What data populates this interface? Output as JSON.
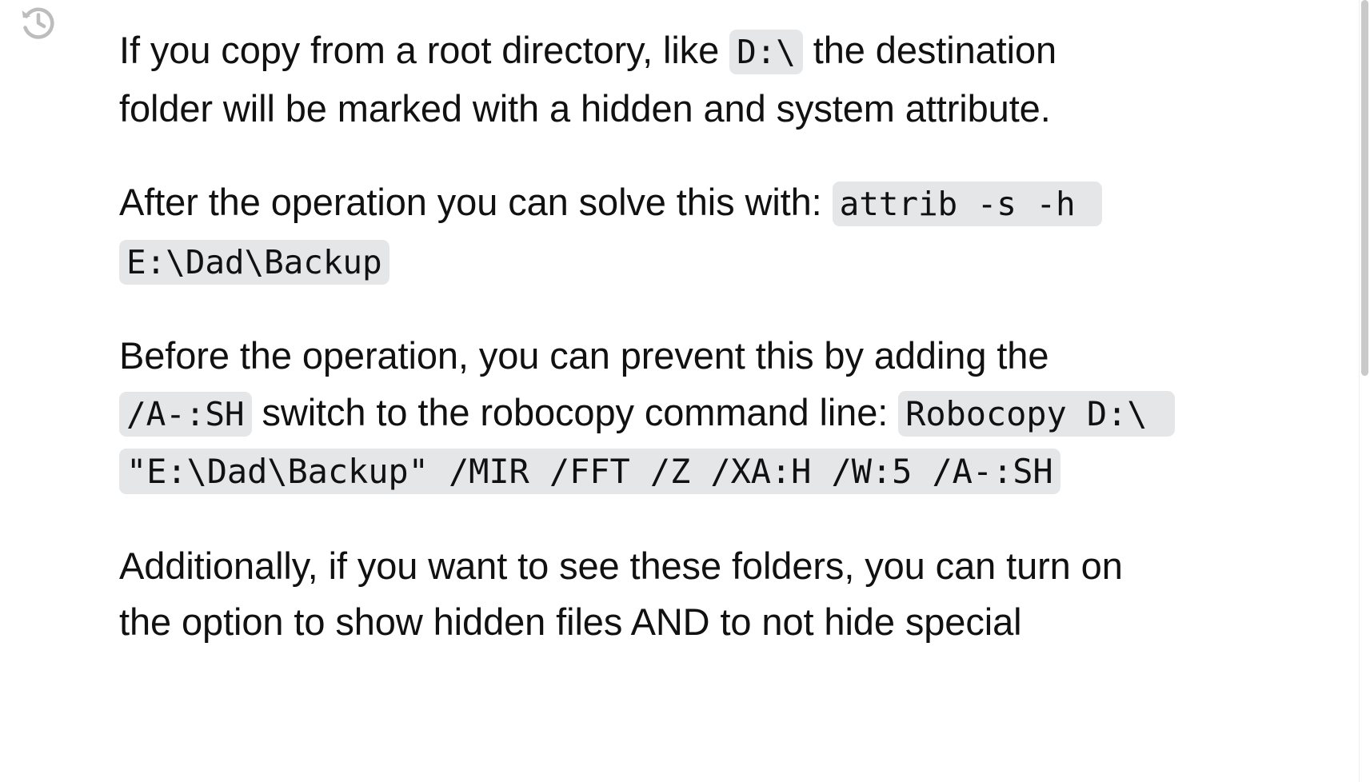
{
  "icons": {
    "revision_history": "history-revert-icon"
  },
  "colors": {
    "text": "#111111",
    "code_background": "#e4e6e8",
    "icon": "#bdbdbd",
    "page_background": "#ffffff",
    "scrollbar_thumb": "#c9c9c9"
  },
  "post": {
    "paragraphs": [
      {
        "id": "p1",
        "parts": [
          {
            "type": "text",
            "value": "If you copy from a root directory, like "
          },
          {
            "type": "code",
            "value": "D:\\"
          },
          {
            "type": "text",
            "value": " the destination folder will be marked with a hidden and system attribute."
          }
        ]
      },
      {
        "id": "p2",
        "parts": [
          {
            "type": "text",
            "value": "After the operation you can solve this with: "
          },
          {
            "type": "code",
            "value": "attrib -s -h E:\\Dad\\Backup"
          }
        ]
      },
      {
        "id": "p3",
        "parts": [
          {
            "type": "text",
            "value": "Before the operation, you can prevent this by adding the "
          },
          {
            "type": "code",
            "value": "/A-:SH"
          },
          {
            "type": "text",
            "value": " switch to the robocopy command line: "
          },
          {
            "type": "code",
            "value": "Robocopy D:\\ \"E:\\Dad\\Backup\" /MIR /FFT /Z /XA:H /W:5 /A-:SH"
          }
        ]
      },
      {
        "id": "p4",
        "parts": [
          {
            "type": "text",
            "value": "Additionally, if you want to see these folders, you can turn on the option to show hidden files AND to not hide special"
          }
        ]
      }
    ],
    "p1_text_a": "If you copy from a root directory, like ",
    "p1_code": "D:\\",
    "p1_text_b": " the destination folder will be marked with a hidden and system attribute.",
    "p2_text_a": "After the operation you can solve this with: ",
    "p2_code": "attrib -s -h E:\\Dad\\Backup",
    "p3_text_a": "Before the operation, you can prevent this by adding the ",
    "p3_code_a": "/A-:SH",
    "p3_text_b": " switch to the robocopy command line: ",
    "p3_code_b": "Robocopy D:\\ \"E:\\Dad\\Backup\" /MIR /FFT /Z /XA:H /W:5 /A-:SH",
    "p4_text": "Additionally, if you want to see these folders, you can turn on the option to show hidden files AND to not hide special"
  }
}
